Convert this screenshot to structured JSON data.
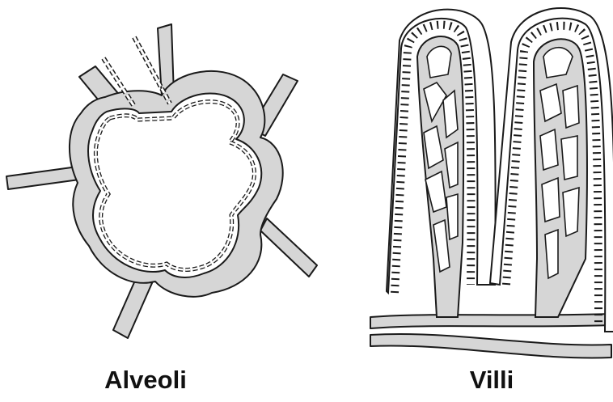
{
  "panels": [
    {
      "id": "alveoli",
      "label": "Alveoli"
    },
    {
      "id": "villi",
      "label": "Villi"
    }
  ],
  "colors": {
    "tissue_fill": "#d6d6d6",
    "outline": "#1a1a1a",
    "cell_fill": "#ffffff",
    "background": "#ffffff"
  }
}
